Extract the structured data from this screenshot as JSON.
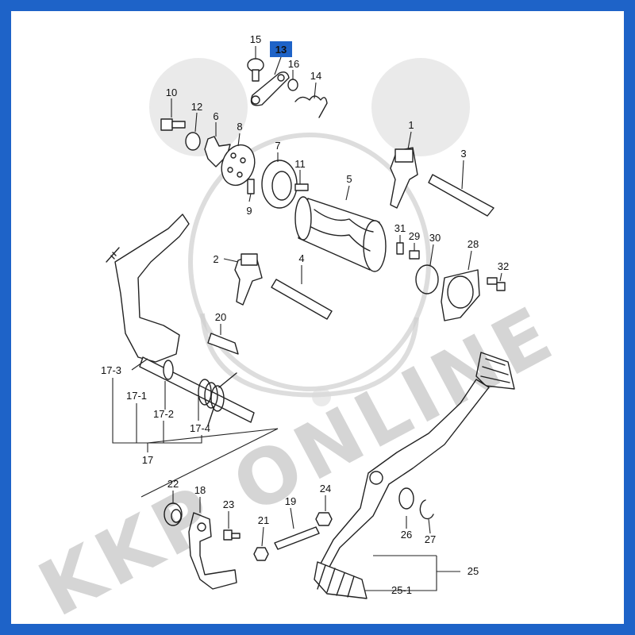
{
  "diagram": {
    "highlighted_label": "13",
    "highlight_color": "#1e63c8",
    "frame_color": "#1e63c8",
    "watermark": "KKP ONLINE",
    "labels": {
      "p1": "1",
      "p2": "2",
      "p3": "3",
      "p4": "4",
      "p5": "5",
      "p6": "6",
      "p7": "7",
      "p8": "8",
      "p9": "9",
      "p10": "10",
      "p11": "11",
      "p12": "12",
      "p13": "13",
      "p14": "14",
      "p15": "15",
      "p16": "16",
      "p17": "17",
      "p17_1": "17-1",
      "p17_2": "17-2",
      "p17_3": "17-3",
      "p17_4": "17-4",
      "p18": "18",
      "p19": "19",
      "p20": "20",
      "p21": "21",
      "p22": "22",
      "p23": "23",
      "p24": "24",
      "p25": "25",
      "p25_1": "25-1",
      "p26": "26",
      "p27": "27",
      "p28": "28",
      "p29": "29",
      "p30": "30",
      "p31": "31",
      "p32": "32"
    }
  }
}
